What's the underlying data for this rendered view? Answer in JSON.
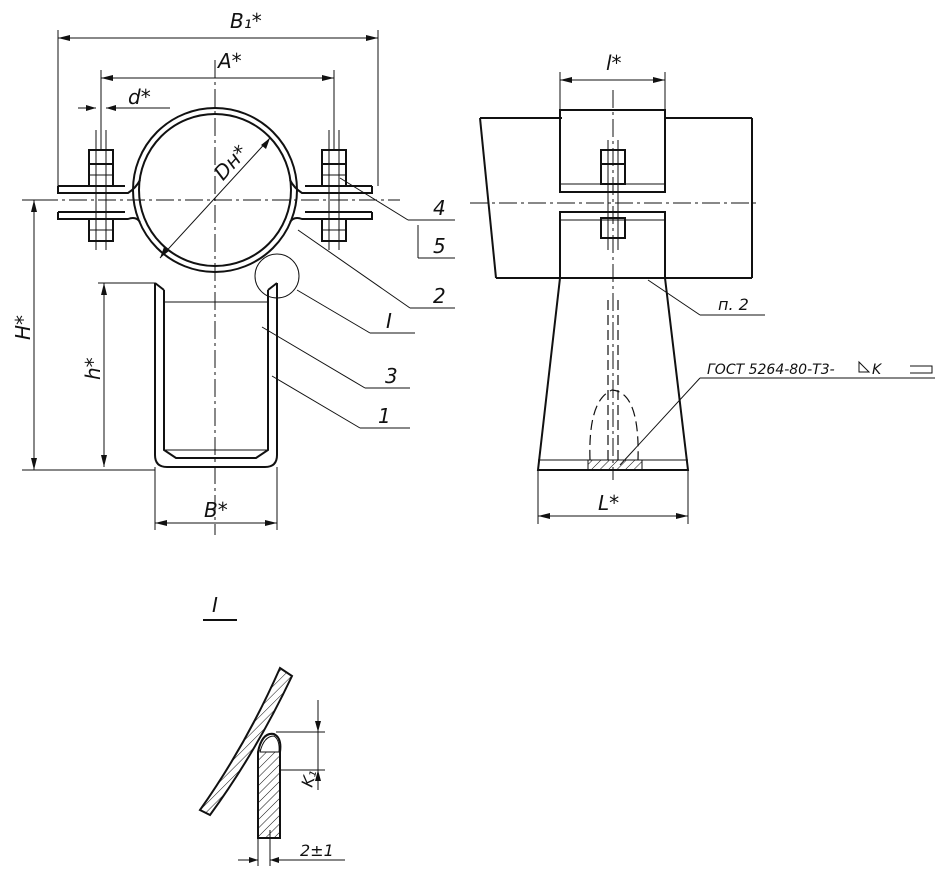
{
  "dimensions": {
    "B1": "B₁*",
    "A": "A*",
    "d": "d*",
    "Dn": "Dн*",
    "H": "H*",
    "h": "h*",
    "B": "B*",
    "l": "l*",
    "L": "L*",
    "K1": "K₁",
    "gap": "2±1"
  },
  "callouts": {
    "item1": "1",
    "item2": "2",
    "item3": "3",
    "item4": "4",
    "item5": "5",
    "detail_ref": "I",
    "detail_title": "I",
    "note_ref": "п. 2"
  },
  "weld_spec": "ГОСТ 5264-80-Т3-",
  "weld_leg": "K"
}
